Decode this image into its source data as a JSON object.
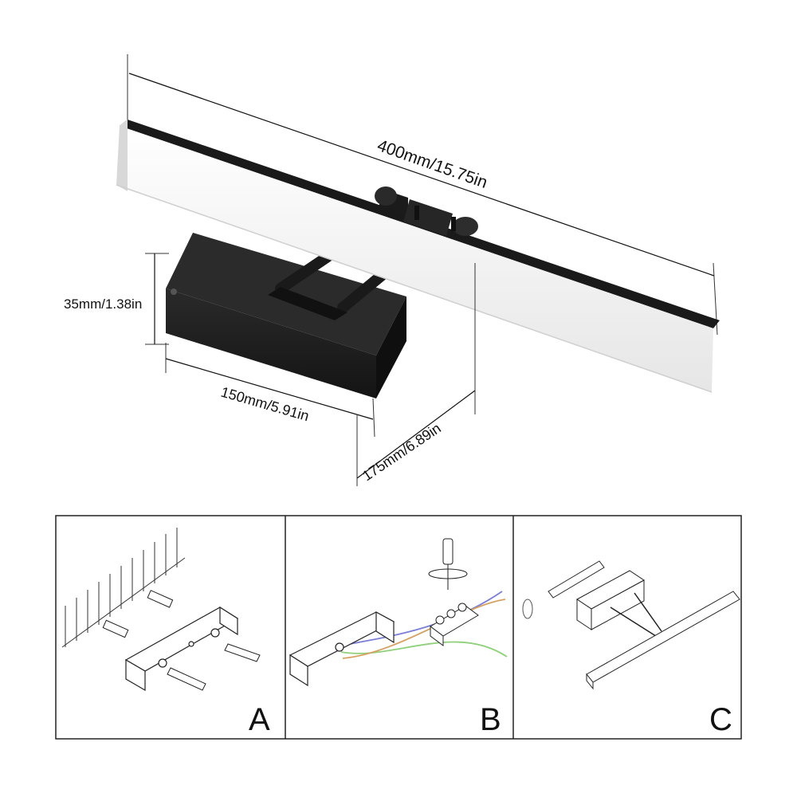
{
  "dimensions": {
    "length": "400mm/15.75in",
    "height": "35mm/1.38in",
    "base_width": "150mm/5.91in",
    "projection": "175mm/6.89in"
  },
  "panels": [
    {
      "letter": "A"
    },
    {
      "letter": "B"
    },
    {
      "letter": "C"
    }
  ],
  "colors": {
    "body": "#1c1c1c",
    "diffuser": "#f4f4f4",
    "wire_blue": "#7b7fd6",
    "wire_green": "#8fd07a",
    "wire_orange": "#d6a060"
  }
}
